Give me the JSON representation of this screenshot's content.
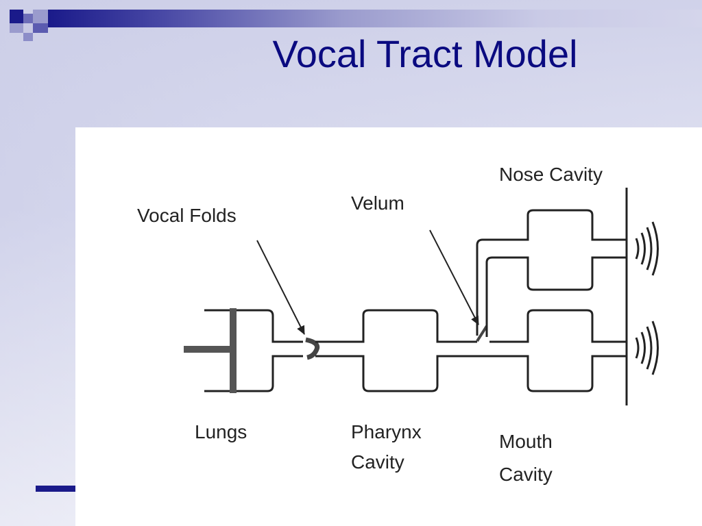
{
  "slide": {
    "title": "Vocal Tract Model"
  },
  "diagram": {
    "labels": {
      "vocal_folds": "Vocal Folds",
      "velum": "Velum",
      "nose_cavity": "Nose Cavity",
      "lungs": "Lungs",
      "pharynx_line1": "Pharynx",
      "pharynx_line2": "Cavity",
      "mouth_line1": "Mouth",
      "mouth_line2": "Cavity"
    },
    "colors": {
      "tube": "#222222",
      "lung_piston": "#555555",
      "fold": "#444444"
    },
    "icons": [
      "sound-wave-icon",
      "sound-wave-icon"
    ]
  }
}
